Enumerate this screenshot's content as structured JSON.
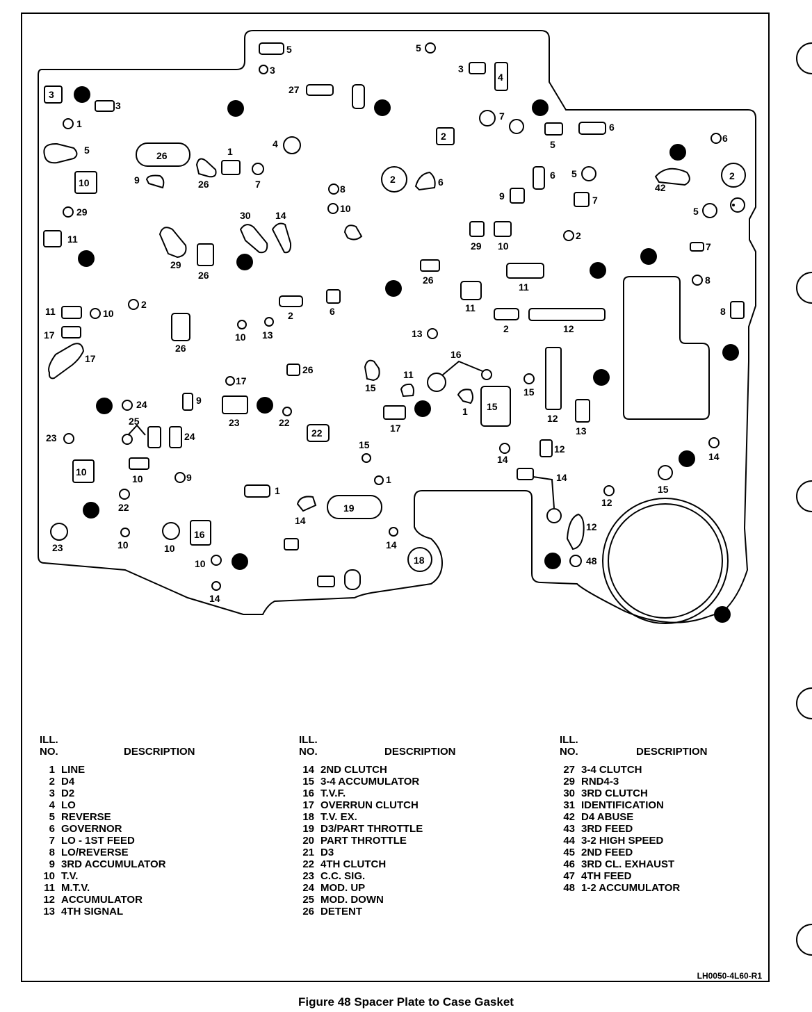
{
  "figure_caption": "Figure 48 Spacer Plate to Case Gasket",
  "drawing_code": "LH0050-4L60-R1",
  "legend_header": {
    "ill": "ILL.",
    "no": "NO.",
    "description": "DESCRIPTION"
  },
  "legend_columns": [
    [
      {
        "no": "1",
        "desc": "LINE"
      },
      {
        "no": "2",
        "desc": "D4"
      },
      {
        "no": "3",
        "desc": "D2"
      },
      {
        "no": "4",
        "desc": "LO"
      },
      {
        "no": "5",
        "desc": "REVERSE"
      },
      {
        "no": "6",
        "desc": "GOVERNOR"
      },
      {
        "no": "7",
        "desc": "LO - 1ST FEED"
      },
      {
        "no": "8",
        "desc": "LO/REVERSE"
      },
      {
        "no": "9",
        "desc": "3RD ACCUMULATOR"
      },
      {
        "no": "10",
        "desc": "T.V."
      },
      {
        "no": "11",
        "desc": "M.T.V."
      },
      {
        "no": "12",
        "desc": "ACCUMULATOR"
      },
      {
        "no": "13",
        "desc": "4TH SIGNAL"
      }
    ],
    [
      {
        "no": "14",
        "desc": "2ND CLUTCH"
      },
      {
        "no": "15",
        "desc": "3-4 ACCUMULATOR"
      },
      {
        "no": "16",
        "desc": "T.V.F."
      },
      {
        "no": "17",
        "desc": "OVERRUN CLUTCH"
      },
      {
        "no": "18",
        "desc": "T.V. EX."
      },
      {
        "no": "19",
        "desc": "D3/PART THROTTLE"
      },
      {
        "no": "20",
        "desc": "PART THROTTLE"
      },
      {
        "no": "21",
        "desc": "D3"
      },
      {
        "no": "22",
        "desc": "4TH CLUTCH"
      },
      {
        "no": "23",
        "desc": "C.C. SIG."
      },
      {
        "no": "24",
        "desc": "MOD. UP"
      },
      {
        "no": "25",
        "desc": "MOD. DOWN"
      },
      {
        "no": "26",
        "desc": "DETENT"
      }
    ],
    [
      {
        "no": "27",
        "desc": "3-4 CLUTCH"
      },
      {
        "no": "29",
        "desc": "RND4-3"
      },
      {
        "no": "30",
        "desc": "3RD CLUTCH"
      },
      {
        "no": "31",
        "desc": "IDENTIFICATION"
      },
      {
        "no": "42",
        "desc": "D4 ABUSE"
      },
      {
        "no": "43",
        "desc": "3RD FEED"
      },
      {
        "no": "44",
        "desc": "3-2 HIGH SPEED"
      },
      {
        "no": "45",
        "desc": "2ND FEED"
      },
      {
        "no": "46",
        "desc": "3RD CL. EXHAUST"
      },
      {
        "no": "47",
        "desc": "4TH FEED"
      },
      {
        "no": "48",
        "desc": "1-2 ACCUMULATOR"
      }
    ]
  ],
  "callouts": [
    "1",
    "2",
    "3",
    "4",
    "5",
    "6",
    "7",
    "8",
    "9",
    "10",
    "11",
    "12",
    "13",
    "14",
    "15",
    "16",
    "17",
    "18",
    "19",
    "22",
    "23",
    "24",
    "25",
    "26",
    "27",
    "29",
    "30",
    "42",
    "48"
  ]
}
